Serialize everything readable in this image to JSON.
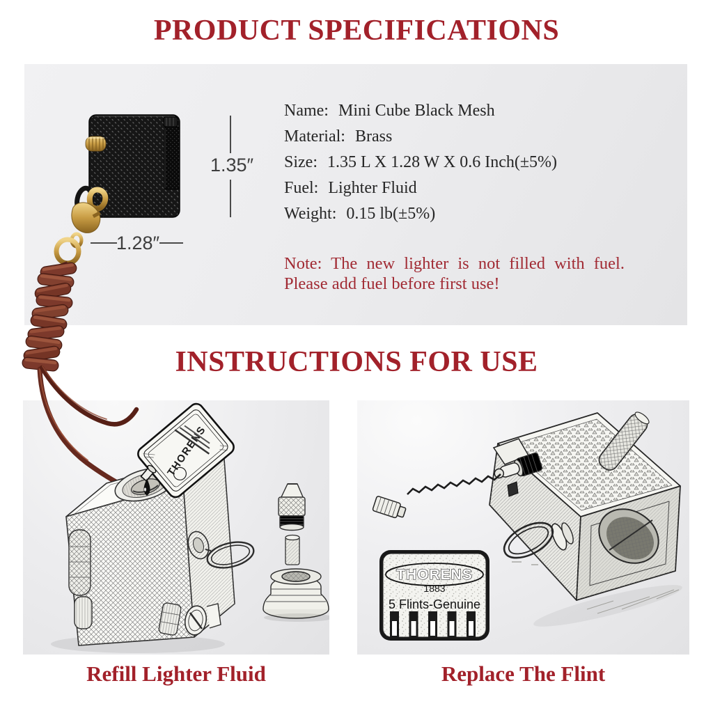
{
  "page": {
    "title": "PRODUCT SPECIFICATIONS",
    "instructions_title": "INSTRUCTIONS FOR USE"
  },
  "colors": {
    "accent_red": "#A2212A",
    "note_red": "#A12A33",
    "panel_gray": "#ECECEE",
    "text_black": "#262626",
    "lighter_black": "#161616",
    "clasp_gold": "#C89C44",
    "leather_brown": "#7C392B"
  },
  "product": {
    "dimensions": {
      "height_label": "1.35″",
      "width_label": "1.28″"
    },
    "specs": [
      {
        "label": "Name:",
        "value": "Mini Cube Black Mesh"
      },
      {
        "label": "Material:",
        "value": "Brass"
      },
      {
        "label": "Size:",
        "value": "1.35 L X 1.28 W X  0.6 Inch(±5%)"
      },
      {
        "label": "Fuel:",
        "value": "Lighter Fluid"
      },
      {
        "label": "Weight:",
        "value": "0.15  lb(±5%)"
      }
    ],
    "note": {
      "line1": "Note: The new lighter is not filled with fuel.",
      "line2": "Please add fuel before first use!"
    }
  },
  "instructions": {
    "left_caption": "Refill Lighter Fluid",
    "right_caption": "Replace The Flint",
    "fluid_can": {
      "brand": "THORENS"
    },
    "flint_pack": {
      "brand": "THORENS",
      "year": "1883",
      "label": "5 Flints-Genuine"
    }
  }
}
